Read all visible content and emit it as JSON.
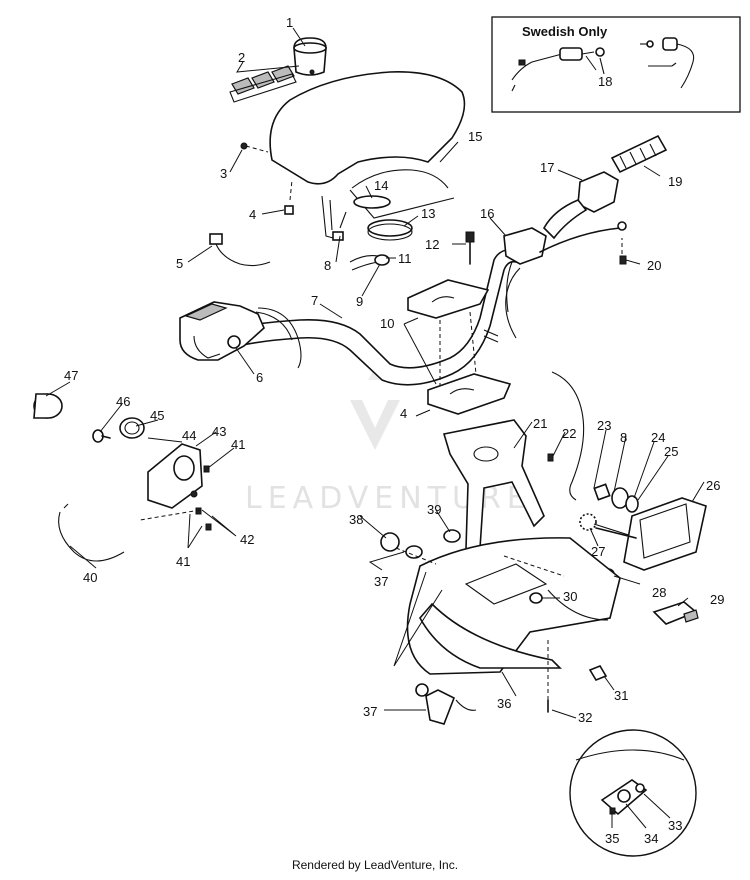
{
  "inset": {
    "title": "Swedish Only"
  },
  "watermark": "LEADVENTURE",
  "footer": "Rendered by LeadVenture, Inc.",
  "callouts": [
    "1",
    "2",
    "3",
    "4",
    "5",
    "6",
    "7",
    "8",
    "9",
    "10",
    "11",
    "12",
    "13",
    "14",
    "15",
    "16",
    "17",
    "18",
    "19",
    "20",
    "21",
    "22",
    "23",
    "24",
    "25",
    "26",
    "27",
    "28",
    "29",
    "30",
    "31",
    "32",
    "33",
    "34",
    "35",
    "36",
    "37",
    "38",
    "39",
    "40",
    "41",
    "42",
    "43",
    "44",
    "45",
    "46",
    "47"
  ],
  "callouts_repeat": {
    "n4b": "4",
    "n8b": "8",
    "n37b": "37",
    "n41b": "41"
  }
}
